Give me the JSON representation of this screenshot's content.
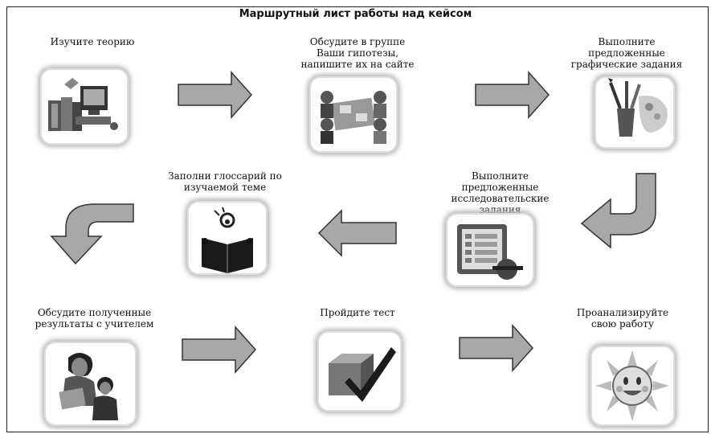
{
  "title": "Маршрутный лист работы над кейсом",
  "steps": [
    {
      "text": "Изучите теорию",
      "icon": "books-computer-icon"
    },
    {
      "text": "Обсудите в группе Ваши гипотезы, напишите их на сайте",
      "icon": "group-discussion-icon"
    },
    {
      "text": "Выполните предложенные графические задания",
      "icon": "art-supplies-icon"
    },
    {
      "text": "Выполните предложенные исследовательские задания",
      "icon": "clipboard-research-icon"
    },
    {
      "text": "Заполни глоссарий по изучаемой теме",
      "icon": "reader-book-icon"
    },
    {
      "text": "Обсудите полученные результаты с учителем",
      "icon": "teacher-student-icon"
    },
    {
      "text": "Пройдите тест",
      "icon": "checkmark-cube-icon"
    },
    {
      "text": "Проанализируйте свою работу",
      "icon": "smiling-sun-icon"
    }
  ]
}
